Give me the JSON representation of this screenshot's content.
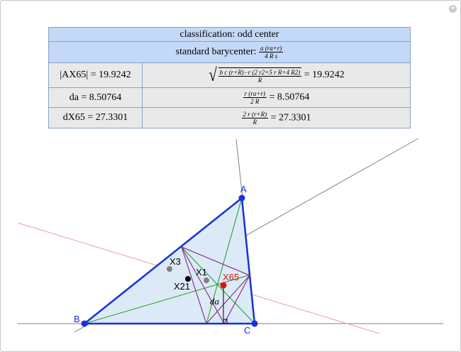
{
  "table": {
    "classification": "classification: odd center",
    "barycenter_label": "standard barycenter:",
    "barycenter_num": "a (ra+r)",
    "barycenter_den": "4 R s",
    "row1_label": "|AX65| = 19.9242",
    "row1_num": "b c (r+R)−r (2 r2+5 r R+4 R2)",
    "row1_den": "R",
    "row1_value": "= 19.9242",
    "row2_label": "da = 8.50764",
    "row2_num": "r (ra+r)",
    "row2_den": "2 R",
    "row2_value": "= 8.50764",
    "row3_label": "dX65 = 27.3301",
    "row3_num": "2 r (r+R)",
    "row3_den": "R",
    "row3_value": "= 27.3301"
  },
  "diagram": {
    "label_A": "A",
    "label_B": "B",
    "label_C": "C",
    "label_X1": "X1",
    "label_X3": "X3",
    "label_X21": "X21",
    "label_X65": "X65",
    "label_da": "da"
  },
  "colors": {
    "triangle_fill": "#dce9f7",
    "triangle_edge": "#1532d6",
    "vertex": "#1a2ee8",
    "green": "#1aa01a",
    "purple": "#7a1a7a",
    "x65": "#e01010",
    "gray_point": "#808080",
    "euler_line": "#f0a0a0",
    "frame_line": "#808080"
  },
  "icons": {
    "corner": "plus-circle-icon"
  }
}
